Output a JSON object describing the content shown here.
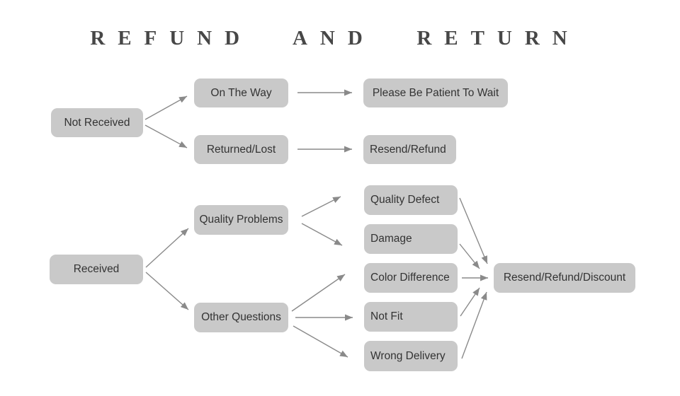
{
  "title": "REFUND AND RETURN",
  "colors": {
    "background": "#ffffff",
    "box_fill": "#c9c9c9",
    "box_text": "#333333",
    "arrow": "#8a8a8a",
    "title_text": "#474747"
  },
  "nodes": {
    "not_received": {
      "label": "Not Received"
    },
    "on_the_way": {
      "label": "On The Way"
    },
    "please_wait": {
      "label": "Please Be Patient To Wait"
    },
    "returned_lost": {
      "label": "Returned/Lost"
    },
    "resend_refund": {
      "label": "Resend/Refund"
    },
    "received": {
      "label": "Received"
    },
    "quality_problems": {
      "label": "Quality Problems"
    },
    "other_questions": {
      "label": "Other Questions"
    },
    "quality_defect": {
      "label": "Quality Defect"
    },
    "damage": {
      "label": "Damage"
    },
    "color_difference": {
      "label": "Color Difference"
    },
    "not_fit": {
      "label": "Not Fit"
    },
    "wrong_delivery": {
      "label": "Wrong Delivery"
    },
    "resend_refund_discount": {
      "label": "Resend/Refund/Discount"
    }
  },
  "edges": [
    {
      "from": "not_received",
      "to": "on_the_way"
    },
    {
      "from": "not_received",
      "to": "returned_lost"
    },
    {
      "from": "on_the_way",
      "to": "please_wait"
    },
    {
      "from": "returned_lost",
      "to": "resend_refund"
    },
    {
      "from": "received",
      "to": "quality_problems"
    },
    {
      "from": "received",
      "to": "other_questions"
    },
    {
      "from": "quality_problems",
      "to": "quality_defect"
    },
    {
      "from": "quality_problems",
      "to": "damage"
    },
    {
      "from": "other_questions",
      "to": "color_difference"
    },
    {
      "from": "other_questions",
      "to": "not_fit"
    },
    {
      "from": "other_questions",
      "to": "wrong_delivery"
    },
    {
      "from": "quality_defect",
      "to": "resend_refund_discount"
    },
    {
      "from": "damage",
      "to": "resend_refund_discount"
    },
    {
      "from": "color_difference",
      "to": "resend_refund_discount"
    },
    {
      "from": "not_fit",
      "to": "resend_refund_discount"
    },
    {
      "from": "wrong_delivery",
      "to": "resend_refund_discount"
    }
  ]
}
